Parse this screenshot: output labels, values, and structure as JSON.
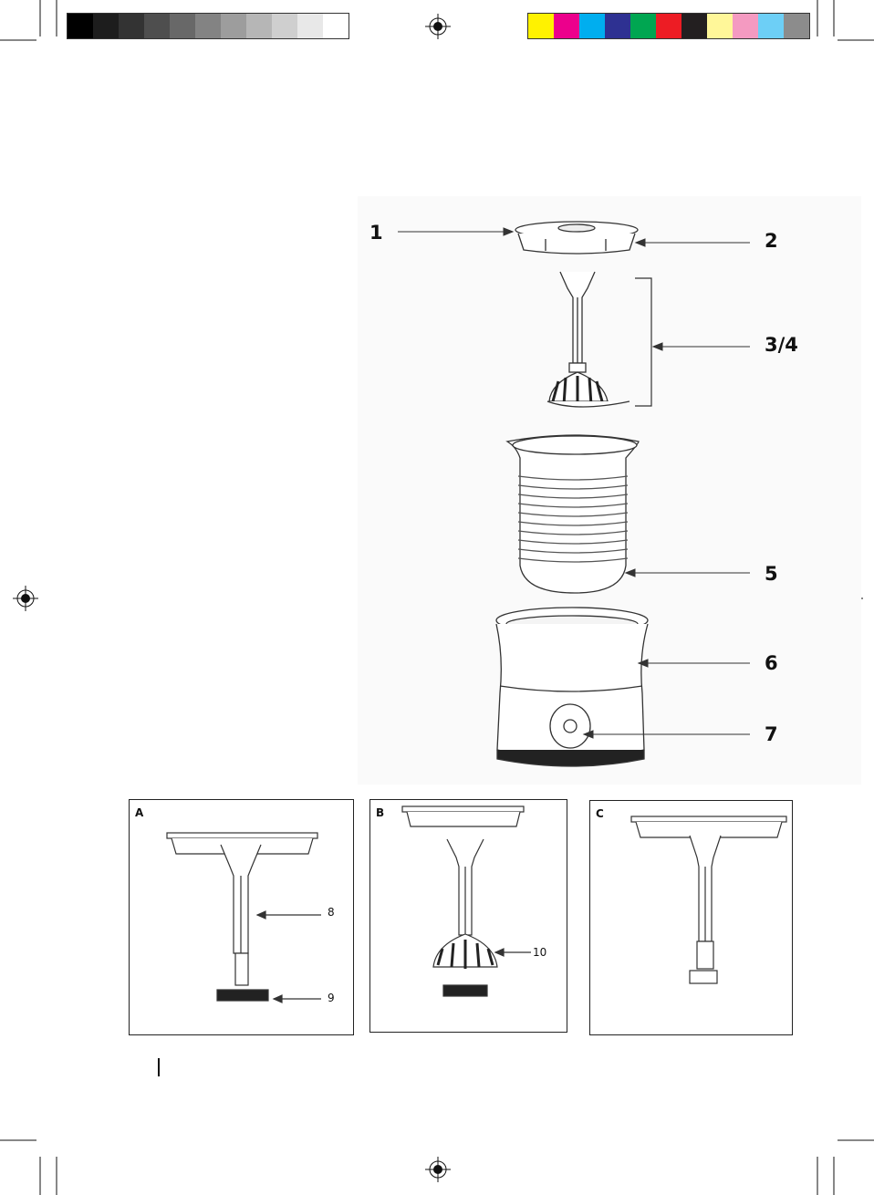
{
  "calibration_bar": {
    "grayscale": [
      "#000000",
      "#1d1d1d",
      "#333333",
      "#4e4e4e",
      "#686868",
      "#838383",
      "#9d9d9d",
      "#b6b6b6",
      "#cfcfcf",
      "#e8e8e8",
      "#ffffff"
    ],
    "colors": [
      "#fff200",
      "#ec008c",
      "#00aeef",
      "#2e3192",
      "#00a651",
      "#ed1c24",
      "#231f20",
      "#fff799",
      "#f49ac1",
      "#6dcff6",
      "#8c8c8c"
    ]
  },
  "callouts": {
    "c1": "1",
    "c2": "2",
    "c34": "3/4",
    "c5": "5",
    "c6": "6",
    "c7": "7",
    "c8": "8",
    "c9": "9",
    "c10": "10"
  },
  "panels": {
    "a": "A",
    "b": "B",
    "c": "C"
  }
}
